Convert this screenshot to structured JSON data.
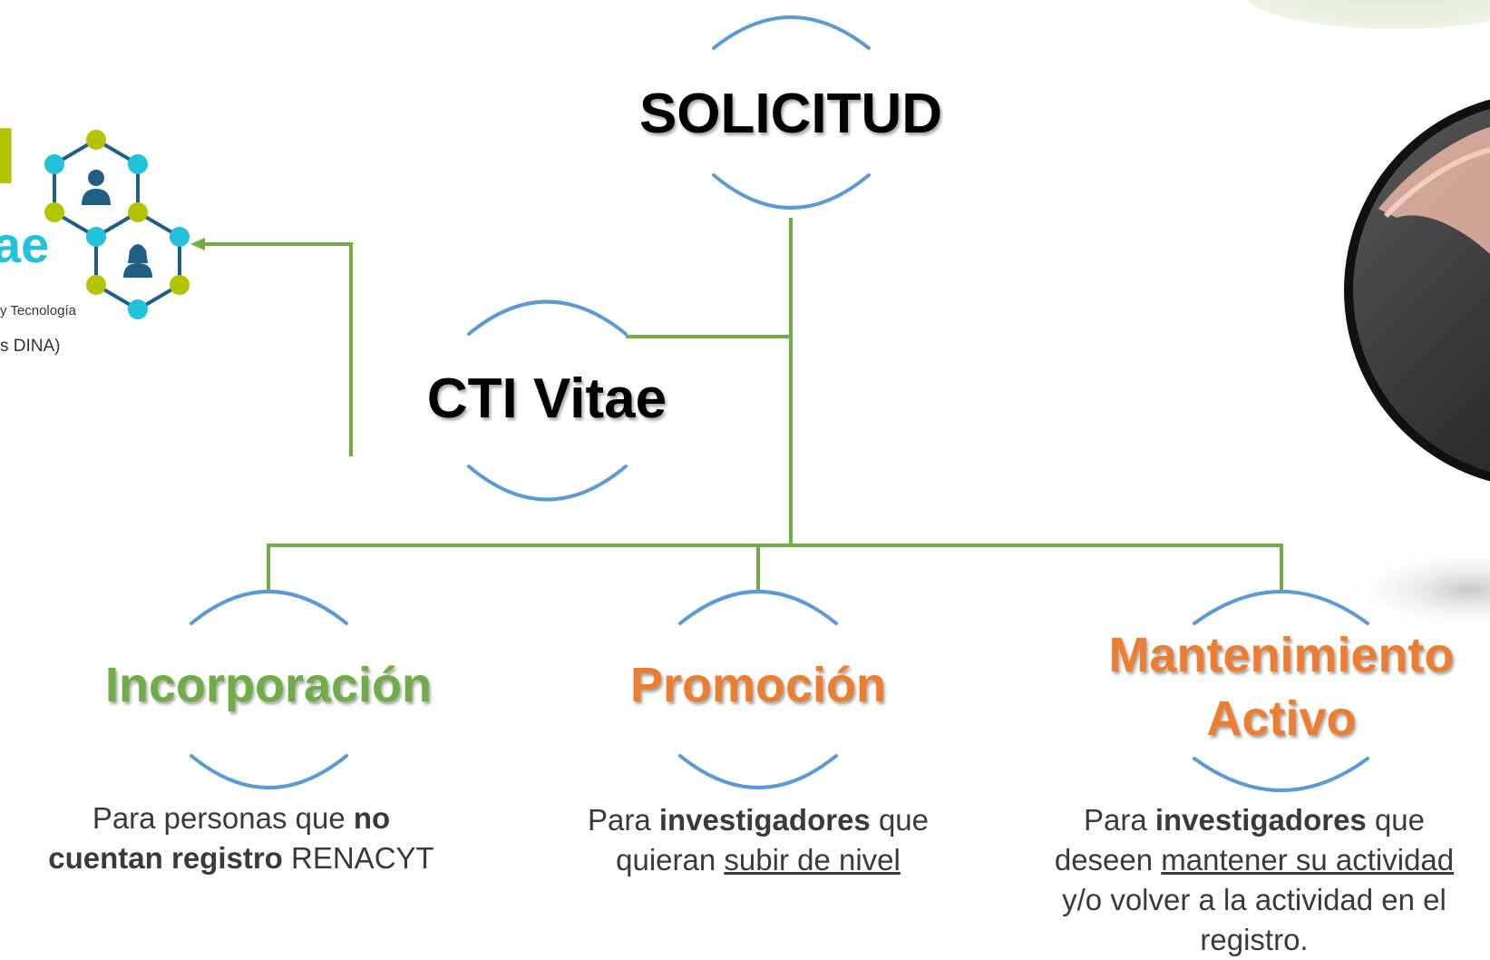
{
  "colors": {
    "connector": "#70ad47",
    "arc": "#5b9bd5",
    "green_title": "#70ad47",
    "orange_title": "#ed7d31",
    "black_title": "#000000",
    "logo_green": "#b5c400",
    "logo_cyan": "#22c2dd",
    "logo_navy": "#1f5f86"
  },
  "logo": {
    "letter_top": "I",
    "word_fragment": "ae",
    "line1": "y Tecnología",
    "line2": "s DINA)",
    "icons": [
      "user-icon",
      "user-female-icon"
    ]
  },
  "nodes": {
    "root": {
      "label": "SOLICITUD"
    },
    "cti": {
      "label": "CTI Vitae"
    },
    "incorporacion": {
      "label": "Incorporación",
      "desc": {
        "p1": "Para personas que ",
        "b1": "no",
        "b2": "cuentan registro",
        "p2": " RENACYT"
      }
    },
    "promocion": {
      "label": "Promoción",
      "desc": {
        "p1": "Para ",
        "b1": "investigadores",
        "p2": " que",
        "p3": "quieran ",
        "u1": "subir de nivel"
      }
    },
    "mantenimiento": {
      "label_line1": "Mantenimiento",
      "label_line2": "Activo",
      "desc": {
        "p1": "Para ",
        "b1": "investigadores",
        "p2": " que",
        "p3": "deseen ",
        "u1": "mantener su actividad",
        "p4": "y/o volver a la actividad en el",
        "p5": "registro."
      }
    }
  }
}
